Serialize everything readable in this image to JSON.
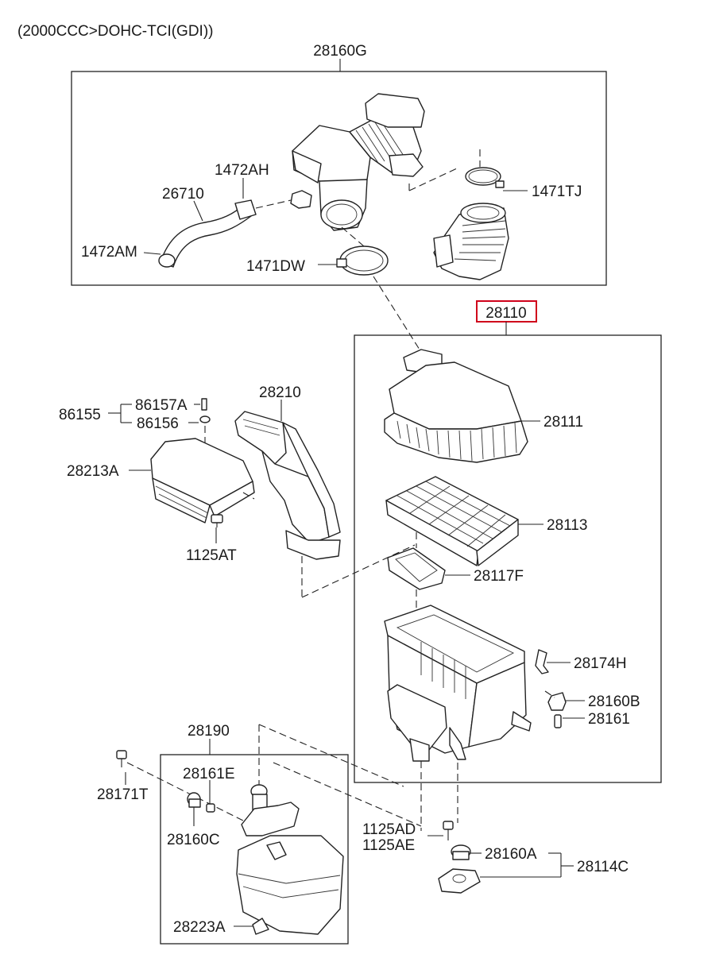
{
  "header": {
    "engine": "(2000CCC>DOHC-TCI(GDI))"
  },
  "labels": {
    "l28160G": "28160G",
    "l1472AH": "1472AH",
    "l26710": "26710",
    "l1471TJ": "1471TJ",
    "l1472AM": "1472AM",
    "l1471DW": "1471DW",
    "l28110": "28110",
    "l28111": "28111",
    "l28113": "28113",
    "l28117F": "28117F",
    "l28174H": "28174H",
    "l28160B": "28160B",
    "l28161": "28161",
    "l86155": "86155",
    "l86157A": "86157A",
    "l86156": "86156",
    "l28213A": "28213A",
    "l1125AT": "1125AT",
    "l28210": "28210",
    "l28190": "28190",
    "l28171T": "28171T",
    "l28161E": "28161E",
    "l28160C": "28160C",
    "l1125AD": "1125AD",
    "l1125AE": "1125AE",
    "l28160A": "28160A",
    "l28114C": "28114C",
    "l28223A": "28223A"
  },
  "colors": {
    "highlight": "#d0021b",
    "line": "#222222"
  },
  "highlighted_part": "28110"
}
